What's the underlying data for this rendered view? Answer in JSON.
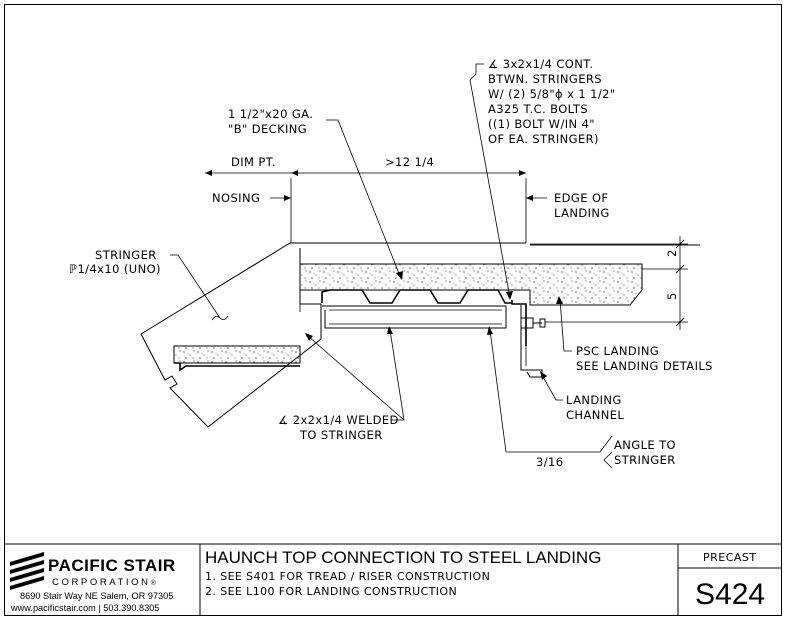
{
  "drawing": {
    "callouts": {
      "angle_cont": [
        "∡ 3x2x1/4 CONT.",
        "BTWN. STRINGERS",
        "W/ (2) 5/8\"ɸ x 1 1/2\"",
        "A325 T.C. BOLTS",
        "((1) BOLT W/IN 4\"",
        "OF EA. STRINGER)"
      ],
      "decking": [
        "1 1/2\"x20 GA.",
        "\"B\" DECKING"
      ],
      "dim_pt": "DIM PT.",
      "dim_value": ">12 1/4",
      "nosing": "NOSING",
      "edge_of_landing": [
        "EDGE OF",
        "LANDING"
      ],
      "stringer": [
        "STRINGER",
        "ℙ1/4x10 (UNO)"
      ],
      "dim_2": "2",
      "dim_5": "5",
      "psc_landing": [
        "PSC LANDING",
        "SEE LANDING DETAILS"
      ],
      "landing_channel": [
        "LANDING",
        "CHANNEL"
      ],
      "welded_angle": [
        "∡ 2x2x1/4 WELDED",
        "TO STRINGER"
      ],
      "weld_size": "3/16",
      "angle_to_stringer": [
        "ANGLE TO",
        "STRINGER"
      ]
    }
  },
  "title_block": {
    "company_name": "PACIFIC STAIR",
    "company_sub": "CORPORATION",
    "registered_mark": "®",
    "address": "8690 Stair Way NE Salem, OR 97305",
    "contact": "www.pacificstair.com  |  503.390.8305",
    "title": "HAUNCH TOP CONNECTION TO STEEL LANDING",
    "notes": [
      "1. SEE S401 FOR TREAD / RISER CONSTRUCTION",
      "2. SEE L100 FOR LANDING CONSTRUCTION"
    ],
    "category": "PRECAST",
    "sheet_number": "S424"
  }
}
